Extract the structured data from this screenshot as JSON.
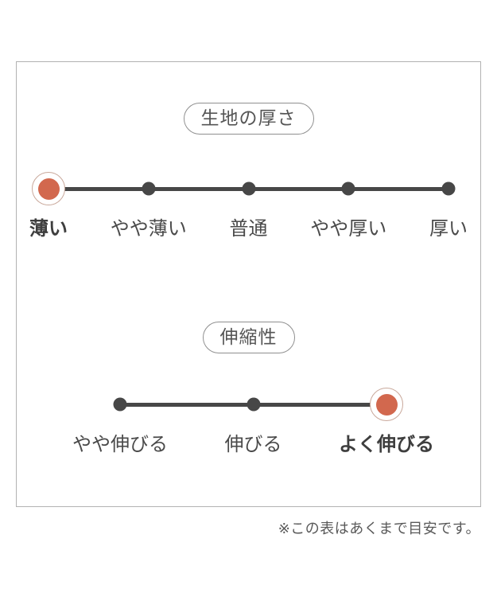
{
  "page": {
    "background": "#ffffff",
    "footer_note": "※この表はあくまで目安です。"
  },
  "colors": {
    "line_and_dots": "#474747",
    "selected_dot": "#d2684e",
    "selected_ring": "#c9a89b",
    "box_border": "#b2b2b2",
    "pill_border": "#8f8f8f",
    "label_text": "#4a4a4a",
    "footer_text": "#595959"
  },
  "scales": [
    {
      "title": "生地の厚さ",
      "stops": [
        {
          "label": "薄い",
          "selected": true
        },
        {
          "label": "やや薄い",
          "selected": false
        },
        {
          "label": "普通",
          "selected": false
        },
        {
          "label": "やや厚い",
          "selected": false
        },
        {
          "label": "厚い",
          "selected": false
        }
      ]
    },
    {
      "title": "伸縮性",
      "stops": [
        {
          "label": "やや伸びる",
          "selected": false
        },
        {
          "label": "伸びる",
          "selected": false
        },
        {
          "label": "よく伸びる",
          "selected": true
        }
      ]
    }
  ]
}
